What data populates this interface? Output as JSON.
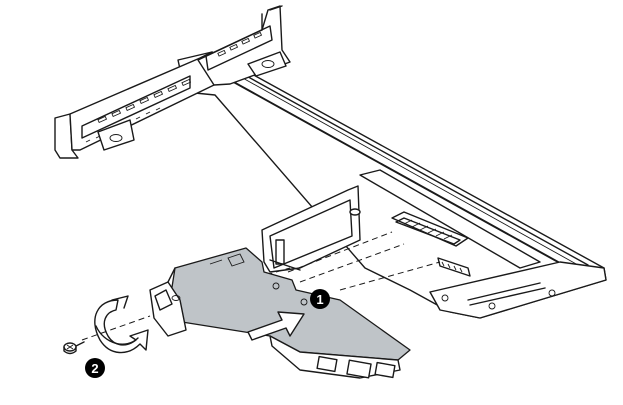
{
  "callouts": [
    {
      "number": "1"
    },
    {
      "number": "2"
    }
  ],
  "colors": {
    "line": "#1a1a1a",
    "card_fill": "#bfc4c8",
    "background": "#ffffff",
    "callout": "#000000"
  },
  "icons": [
    "riser-cage",
    "expansion-card",
    "insert-arrow",
    "screw",
    "rotate-arrow"
  ]
}
